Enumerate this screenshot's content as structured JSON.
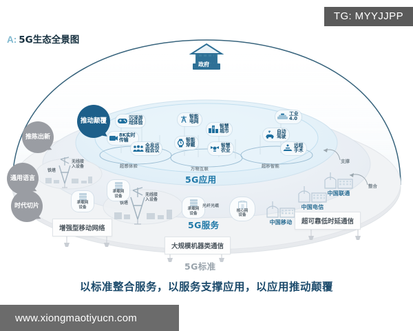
{
  "header": {
    "badge": "TG: MYYJJPP",
    "title_prefix": "A:",
    "title": "5G生态全景图"
  },
  "watermark": "www.xiongmaotiyucn.com",
  "tagline": "以标准整合服务，以服务支撑应用，以应用推动颠覆",
  "diagram": {
    "top_node": {
      "label": "政府",
      "icon": "government-building-icon"
    },
    "left_bubbles": [
      {
        "label": "推陈出新",
        "color": "#9a9da3"
      },
      {
        "label": "通用语言",
        "color": "#9a9da3"
      },
      {
        "label": "时代切片",
        "color": "#9a9da3"
      }
    ],
    "highlight_bubble": {
      "label": "推动颠覆",
      "color": "#1d5f8a"
    },
    "connectors": [
      {
        "label": "支撑"
      },
      {
        "label": "整合"
      }
    ],
    "layers": [
      {
        "id": "application",
        "label": "5G应用",
        "color": "#2079a8"
      },
      {
        "id": "service",
        "label": "5G服务",
        "color": "#2079a8"
      },
      {
        "id": "standard",
        "label": "5G标准",
        "color": "#9aa4ac"
      }
    ],
    "application_groups": [
      {
        "label": "超感体验"
      },
      {
        "label": "万物互联"
      },
      {
        "label": "超秒智能"
      }
    ],
    "applications": [
      {
        "label": "沉浸游\n戏体验",
        "icon": "gamepad-icon"
      },
      {
        "label": "8K实时\n传输",
        "icon": "camera-icon"
      },
      {
        "label": "全息远\n程会议",
        "icon": "people-icon"
      },
      {
        "label": "智能\n电网",
        "icon": "power-tower-icon"
      },
      {
        "label": "智能\n穿戴",
        "icon": "watch-icon"
      },
      {
        "label": "智慧\n城市",
        "icon": "city-icon"
      },
      {
        "label": "智慧\n农业",
        "icon": "drone-icon"
      },
      {
        "label": "工业\n4.0",
        "icon": "factory-icon"
      },
      {
        "label": "自动\n驾驶",
        "icon": "car-icon"
      },
      {
        "label": "远程\n手术",
        "icon": "surgery-icon"
      }
    ],
    "service_nodes": [
      {
        "label": "承载网\n设备",
        "icon": "server-icon"
      },
      {
        "label": "承载网\n设备",
        "icon": "server-icon"
      },
      {
        "label": "承载网\n设备",
        "icon": "server-icon"
      },
      {
        "label": "核心网\n设备",
        "icon": "datacenter-icon"
      }
    ],
    "service_texts": [
      {
        "label": "光纤光缆"
      }
    ],
    "tower_clusters": [
      {
        "tower_label": "铁塔",
        "access_label": "无线接\n入设备"
      },
      {
        "tower_label": "铁塔",
        "access_label": "无线接\n入设备"
      }
    ],
    "operators": [
      {
        "label": "中国移动",
        "icon": "operator-building-icon"
      },
      {
        "label": "中国电信",
        "icon": "operator-building-icon"
      },
      {
        "label": "中国联通",
        "icon": "operator-building-icon"
      }
    ],
    "standards": [
      {
        "label": "增强型移动网络"
      },
      {
        "label": "大规模机器类通信"
      },
      {
        "label": "超可靠低时延通信"
      }
    ]
  },
  "colors": {
    "deep_blue": "#1d5f8a",
    "accent_blue": "#2079a8",
    "gray_bubble": "#9a9da3",
    "badge_gray": "#5a5a5a",
    "watermark_gray": "#6b6b6b",
    "tagline_blue": "#1b4a6b"
  }
}
